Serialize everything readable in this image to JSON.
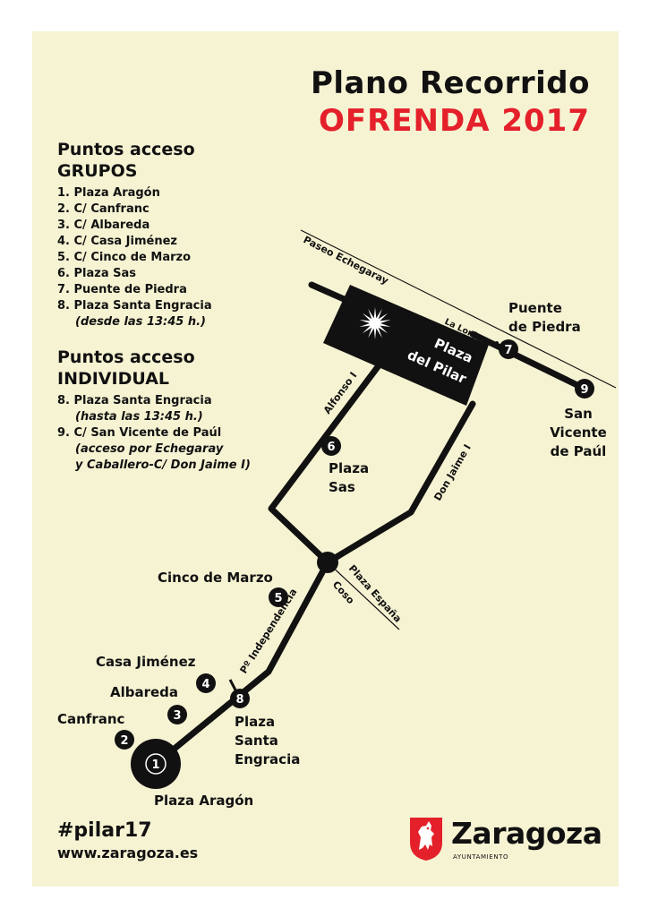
{
  "title": {
    "line1": "Plano Recorrido",
    "line2": "OFRENDA 2017",
    "line2_color": "#e4202a"
  },
  "groups": {
    "heading1": "Puntos acceso",
    "heading2": "GRUPOS",
    "items": [
      "1. Plaza Aragón",
      "2. C/ Canfranc",
      "3. C/ Albareda",
      "4. C/ Casa Jiménez",
      "5. C/ Cinco de Marzo",
      "6. Plaza Sas",
      "7. Puente de Piedra",
      "8. Plaza Santa Engracia"
    ],
    "note": "(desde las 13:45 h.)"
  },
  "individual": {
    "heading1": "Puntos acceso",
    "heading2": "INDIVIDUAL",
    "item1": "8. Plaza Santa Engracia",
    "note1": "(hasta las 13:45 h.)",
    "item2": "9. C/ San Vicente de Paúl",
    "note2a": "(acceso por Echegaray",
    "note2b": "y Caballero-C/ Don Jaime I)"
  },
  "map": {
    "streets": {
      "paseo_echegaray": "Paseo Echegaray",
      "la_lonja": "La Lonja",
      "alfonso": "Alfonso I",
      "don_jaime": "Don Jaime I",
      "plaza_espana": "Plaza España",
      "coso": "Coso",
      "independencia": "Pº Independencia"
    },
    "plaza_pilar_line1": "Plaza",
    "plaza_pilar_line2": "del Pilar",
    "points": {
      "p1": {
        "num": "1",
        "label1": "Plaza Aragón"
      },
      "p2": {
        "num": "2",
        "label1": "Canfranc"
      },
      "p3": {
        "num": "3",
        "label1": "Albareda"
      },
      "p4": {
        "num": "4",
        "label1": "Casa Jiménez"
      },
      "p5": {
        "num": "5",
        "label1": "Cinco de Marzo"
      },
      "p6": {
        "num": "6",
        "label1": "Plaza",
        "label2": "Sas"
      },
      "p7": {
        "num": "7",
        "label1": "Puente",
        "label2": "de Piedra"
      },
      "p8": {
        "num": "8",
        "label1": "Plaza",
        "label2": "Santa",
        "label3": "Engracia"
      },
      "p9": {
        "num": "9",
        "label1": "San",
        "label2": "Vicente",
        "label3": "de Paúl"
      }
    },
    "route_color": "#111111",
    "star_color": "#ffffff"
  },
  "footer": {
    "hashtag": "#pilar17",
    "website": "www.zaragoza.es",
    "logo_name": "Zaragoza",
    "logo_sub": "AYUNTAMIENTO",
    "logo_color": "#e4202a"
  }
}
